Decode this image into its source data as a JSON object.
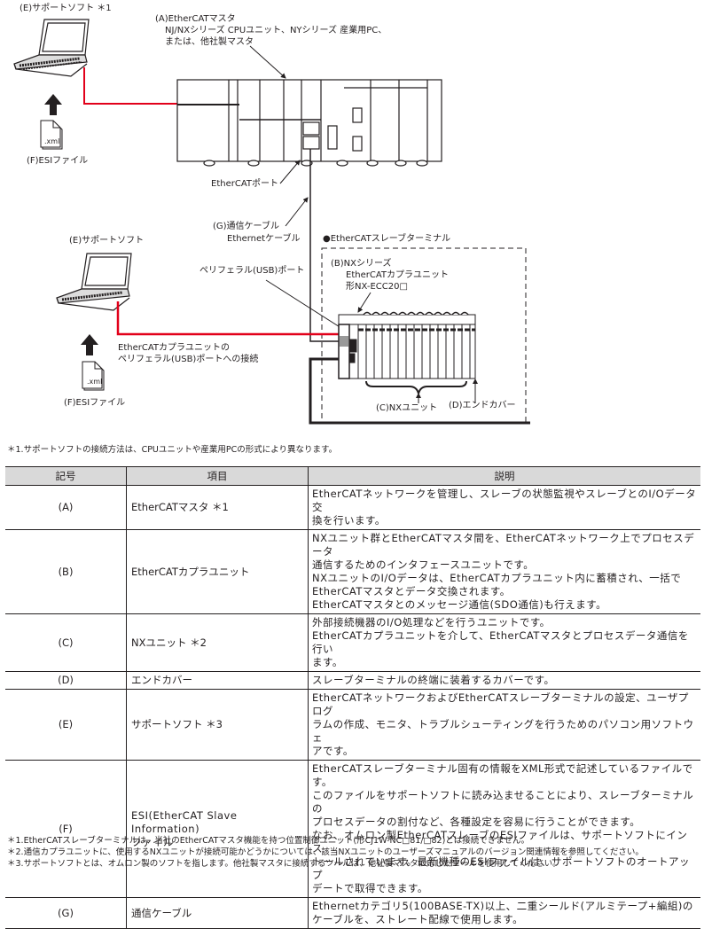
{
  "diagram": {
    "labels": {
      "support_soft_top": "(E)サポートソフト ＊1",
      "esi_file_top": "(F)ESIファイル",
      "xml_ext_top": ".xml",
      "master_title": "(A)EtherCATマスタ",
      "master_line2": "NJ/NXシリーズ CPUユニット、NYシリーズ 産業用PC、",
      "master_line3": "または、他社製マスタ",
      "ethercat_port": "EtherCATポート",
      "cable_line1": "(G)通信ケーブル",
      "cable_line2": "Ethernetケーブル",
      "slave_terminal": "●EtherCATスレーブターミナル",
      "support_soft_bottom": "(E)サポートソフト",
      "peripheral_usb_port": "ペリフェラル(USB)ポート",
      "coupler_line1": "(B)NXシリーズ",
      "coupler_line2": "EtherCATカプラユニット",
      "coupler_line3": "形NX-ECC20□",
      "usb_connection_line1": "EtherCATカプラユニットの",
      "usb_connection_line2": "ペリフェラル(USB)ポートへの接続",
      "xml_ext_bottom": ".xml",
      "esi_file_bottom": "(F)ESIファイル",
      "nx_unit": "(C)NXユニット",
      "end_cover": "(D)エンドカバー"
    },
    "colors": {
      "usb_line": "#e2001a",
      "line": "#231f20"
    }
  },
  "note_top": "＊1.サポートソフトの接続方法は、CPUユニットや産業用PCの形式により異なります。",
  "table": {
    "headers": [
      "記号",
      "項目",
      "説明"
    ],
    "rows": [
      {
        "symbol": "(A)",
        "item": "EtherCATマスタ ＊1",
        "desc": [
          "EtherCATネットワークを管理し、スレーブの状態監視やスレーブとのI/Oデータ交",
          "換を行います。"
        ]
      },
      {
        "symbol": "(B)",
        "item": "EtherCATカプラユニット",
        "desc": [
          "NXユニット群とEtherCATマスタ間を、EtherCATネットワーク上でプロセスデータ",
          "通信するためのインタフェースユニットです。",
          "NXユニットのI/Oデータは、EtherCATカプラユニット内に蓄積され、一括で",
          "EtherCATマスタとデータ交換されます。",
          "EtherCATマスタとのメッセージ通信(SDO通信)も行えます。"
        ]
      },
      {
        "symbol": "(C)",
        "item": "NXユニット ＊2",
        "desc": [
          "外部接続機器のI/O処理などを行うユニットです。",
          "EtherCATカプラユニットを介して、EtherCATマスタとプロセスデータ通信を行い",
          "ます。"
        ]
      },
      {
        "symbol": "(D)",
        "item": "エンドカバー",
        "desc": [
          "スレーブターミナルの終端に装着するカバーです。"
        ]
      },
      {
        "symbol": "(E)",
        "item": "サポートソフト ＊3",
        "desc": [
          "EtherCATネットワークおよびEtherCATスレーブターミナルの設定、ユーザプログ",
          "ラムの作成、モニタ、トラブルシューティングを行うためのパソコン用ソフトウェ",
          "アです。"
        ]
      },
      {
        "symbol": "(F)",
        "item": "ESI(EtherCAT Slave Information)",
        "item2": "ファイル",
        "desc": [
          "EtherCATスレーブターミナル固有の情報をXML形式で記述しているファイルです。",
          "このファイルをサポートソフトに読み込ませることにより、スレーブターミナルの",
          "プロセスデータの割付など、各種設定を容易に行うことができます。",
          "なお、オムロン製EtherCATスレーブのESIファイルは、サポートソフトにインス",
          "トールされています。最新機種のESIファイルは、サポートソフトのオートアップ",
          "デートで取得できます。"
        ]
      },
      {
        "symbol": "(G)",
        "item": "通信ケーブル",
        "desc": [
          "Ethernetカテゴリ5(100BASE-TX)以上、二重シールド(アルミテープ+編組)の",
          "ケーブルを、ストレート配線で使用します。"
        ]
      }
    ]
  },
  "footnotes": [
    "＊1.EtherCATスレーブターミナルは、当社のEtherCATマスタ機能を持つ位置制御ユニット(形CJ1W-NC□81/□82)とは接続できません。",
    "＊2.通信カプラユニットに、使用するNXユニットが接続可能かどうかについては、該当NXユニットのユーザーズマニュアルのバージョン関連情報を参照してください。",
    "＊3.サポートソフトとは、オムロン製のソフトを指します。他社製マスタに接続するツールは、他社製マスタに応じたツールを使用してください。"
  ]
}
